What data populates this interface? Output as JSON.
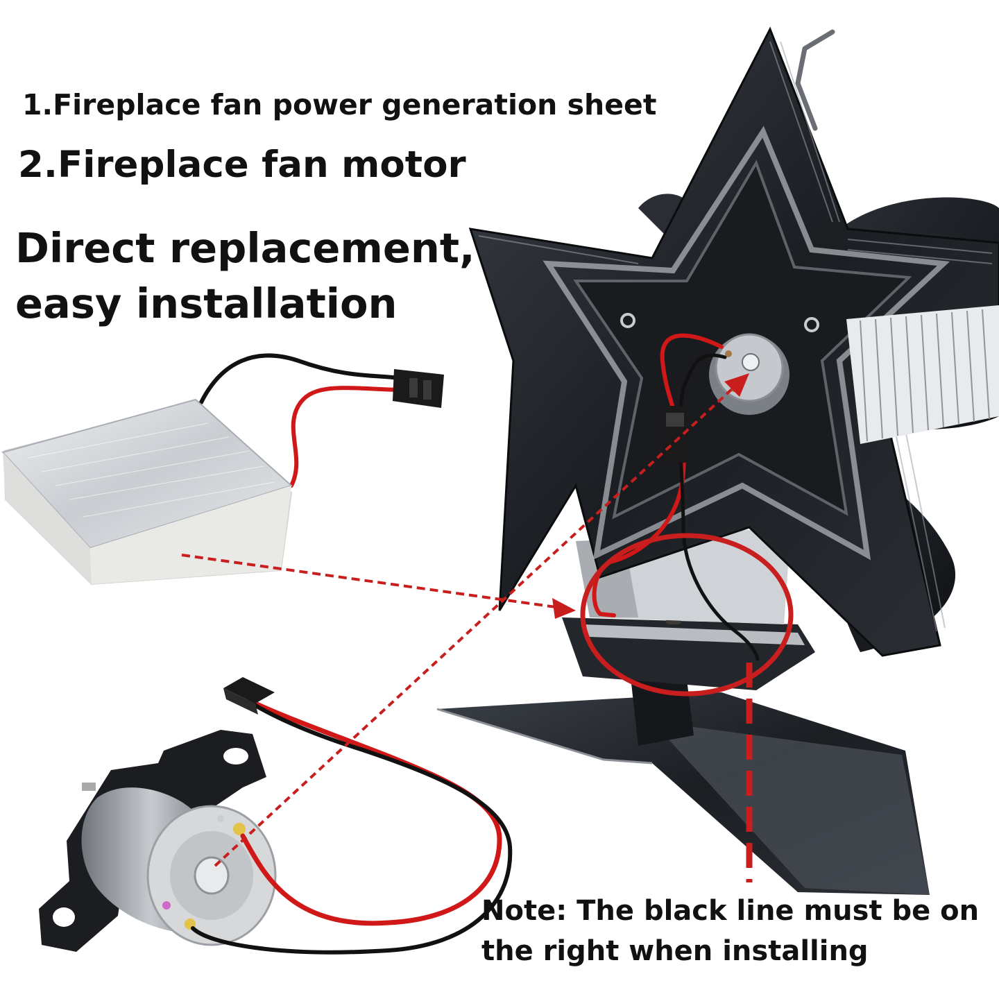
{
  "labels": {
    "item1": "1.Fireplace fan power generation sheet",
    "item2": "2.Fireplace fan motor",
    "headline_line1": "Direct replacement,",
    "headline_line2": "easy installation",
    "note_line1": "Note: The black line must be on",
    "note_line2": "the right when installing"
  },
  "colors": {
    "background": "#ffffff",
    "text": "#111111",
    "annotation_red": "#c81e1e",
    "fan_body": "#1e2126",
    "aluminum": "#d6d8dc",
    "wire_red": "#d01818",
    "wire_black": "#111111"
  }
}
